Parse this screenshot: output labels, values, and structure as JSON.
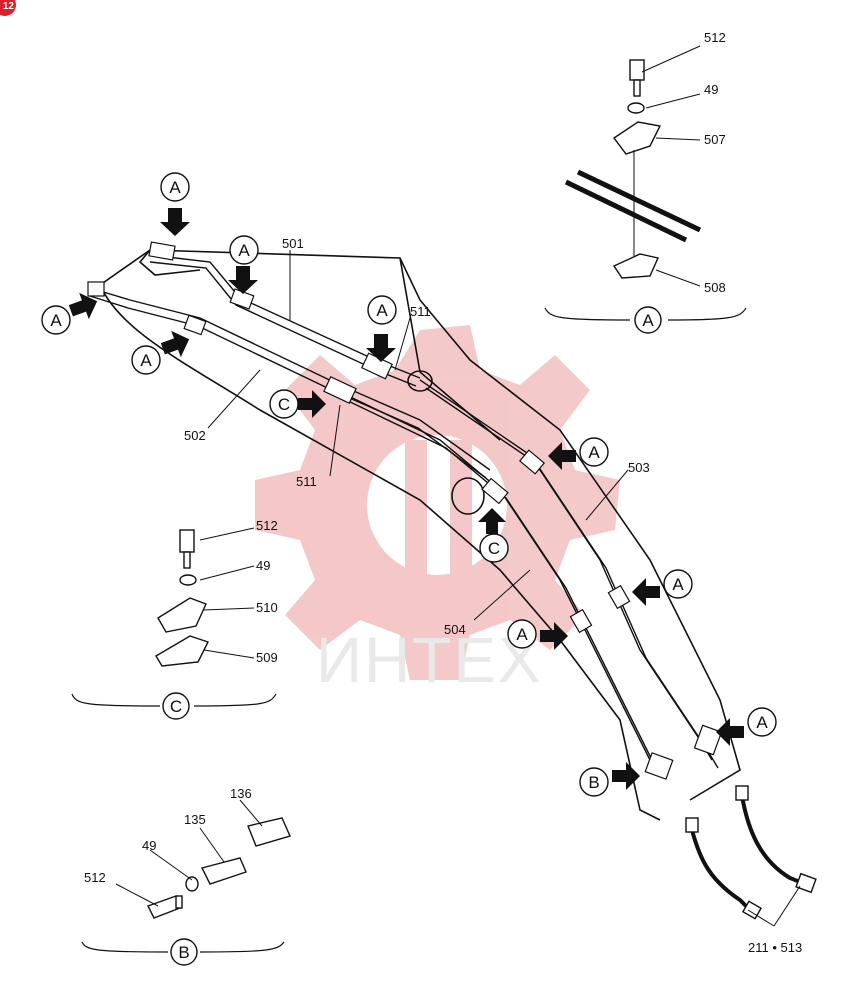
{
  "page": {
    "number": "12"
  },
  "watermark": {
    "text": "ИНТЕХ"
  },
  "callouts": {
    "a": "A",
    "b": "B",
    "c": "C"
  },
  "parts": {
    "p501": "501",
    "p502": "502",
    "p503": "503",
    "p504": "504",
    "p507": "507",
    "p508": "508",
    "p509": "509",
    "p510": "510",
    "p511": "511",
    "p512": "512",
    "p49": "49",
    "p135": "135",
    "p136": "136",
    "p211_513": "211 • 513"
  },
  "colors": {
    "line": "#111111",
    "watermark": "#f3c3c3",
    "badge": "#d8222a",
    "arrow": "#111111"
  }
}
